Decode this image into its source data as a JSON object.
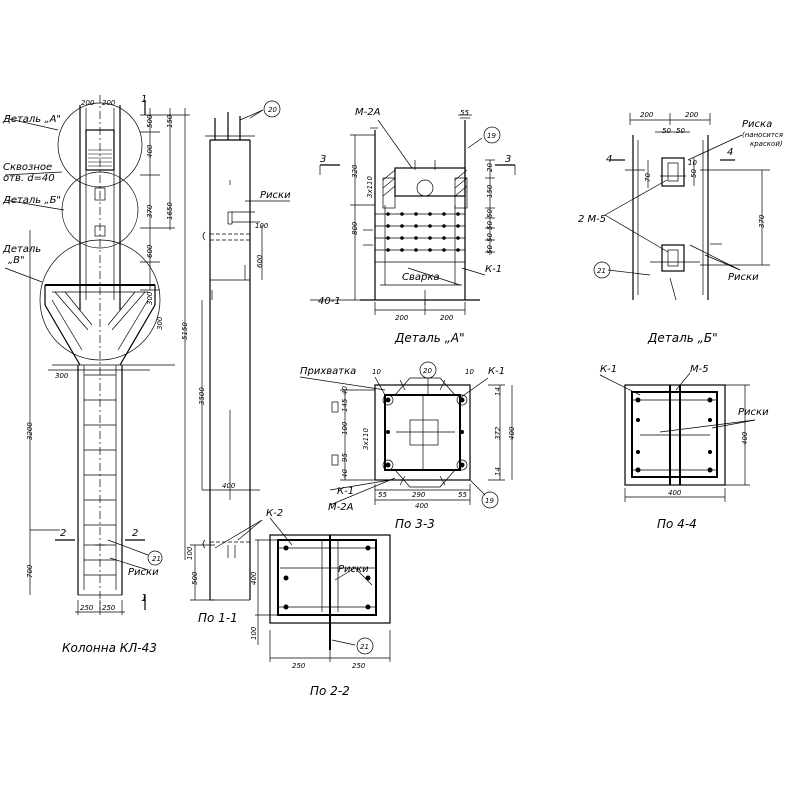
{
  "titles": {
    "column": "Колонна  КЛ-43",
    "section_1_1": "По 1-1",
    "section_2_2": "По 2-2",
    "section_3_3": "По 3-3",
    "section_4_4": "По 4-4",
    "detail_a": "Деталь „А\"",
    "detail_b": "Деталь „Б\""
  },
  "labels": {
    "detail_a_callout": "Деталь „А\"",
    "through_hole_1": "Сквозное",
    "through_hole_2": "отв. d=40",
    "detail_b_callout": "Деталь „Б\"",
    "detail_v_callout_1": "Деталь",
    "detail_v_callout_2": "„В\"",
    "riski": "Риски",
    "riska_1": "Риска",
    "riska_2": "(наносится",
    "riska_3": "краской)",
    "m2a": "М-2А",
    "m5": "М-5",
    "two_m5": "2 М-5",
    "k1": "К-1",
    "k2": "К-2",
    "plate_40": "40-1",
    "welding": "Сварка",
    "tack": "Прихватка",
    "pos_19": "19",
    "pos_20": "20",
    "pos_21": "21",
    "cut_1": "1",
    "cut_2": "2",
    "cut_3": "3",
    "cut_4": "4"
  },
  "dims_column": {
    "d200a": "200",
    "d200b": "200",
    "d150": "150",
    "d400": "400",
    "d500": "500",
    "d370": "370",
    "d1650": "1650",
    "d600": "600",
    "d300a": "300",
    "d300b": "300",
    "d5150": "5150",
    "d300h": "300",
    "d3200": "3200",
    "d700": "700",
    "d250a": "250",
    "d250b": "250"
  },
  "dims_side": {
    "d100": "100",
    "d600": "600",
    "d3500": "3500",
    "d400": "400",
    "d100b": "100",
    "d500": "500"
  },
  "dims_detail_a": {
    "d55": "55",
    "d20": "20",
    "d320": "320",
    "d150": "150",
    "d800": "800",
    "d50a": "50",
    "d50b": "50",
    "d50c": "50",
    "d50d": "50",
    "d200a": "200",
    "d200b": "200",
    "d3x110": "3x110"
  },
  "dims_detail_b": {
    "d200a": "200",
    "d200b": "200",
    "d50a": "50",
    "d50b": "50",
    "d370": "370",
    "d70": "70",
    "d10": "10",
    "d50c": "50"
  },
  "dims_3_3": {
    "d10a": "10",
    "d10b": "10",
    "d40": "40",
    "d145": "145",
    "d100": "100",
    "d372": "372",
    "d400v": "400",
    "d14a": "14",
    "d14b": "14",
    "d55a": "55",
    "d55b": "55",
    "d290": "290",
    "d400h": "400",
    "d3x110": "3x110",
    "d40b": "40",
    "d95": "95"
  },
  "dims_4_4": {
    "d400v": "400",
    "d400h": "400"
  },
  "dims_2_2": {
    "d400": "400",
    "d100": "100",
    "d250a": "250",
    "d250b": "250"
  }
}
